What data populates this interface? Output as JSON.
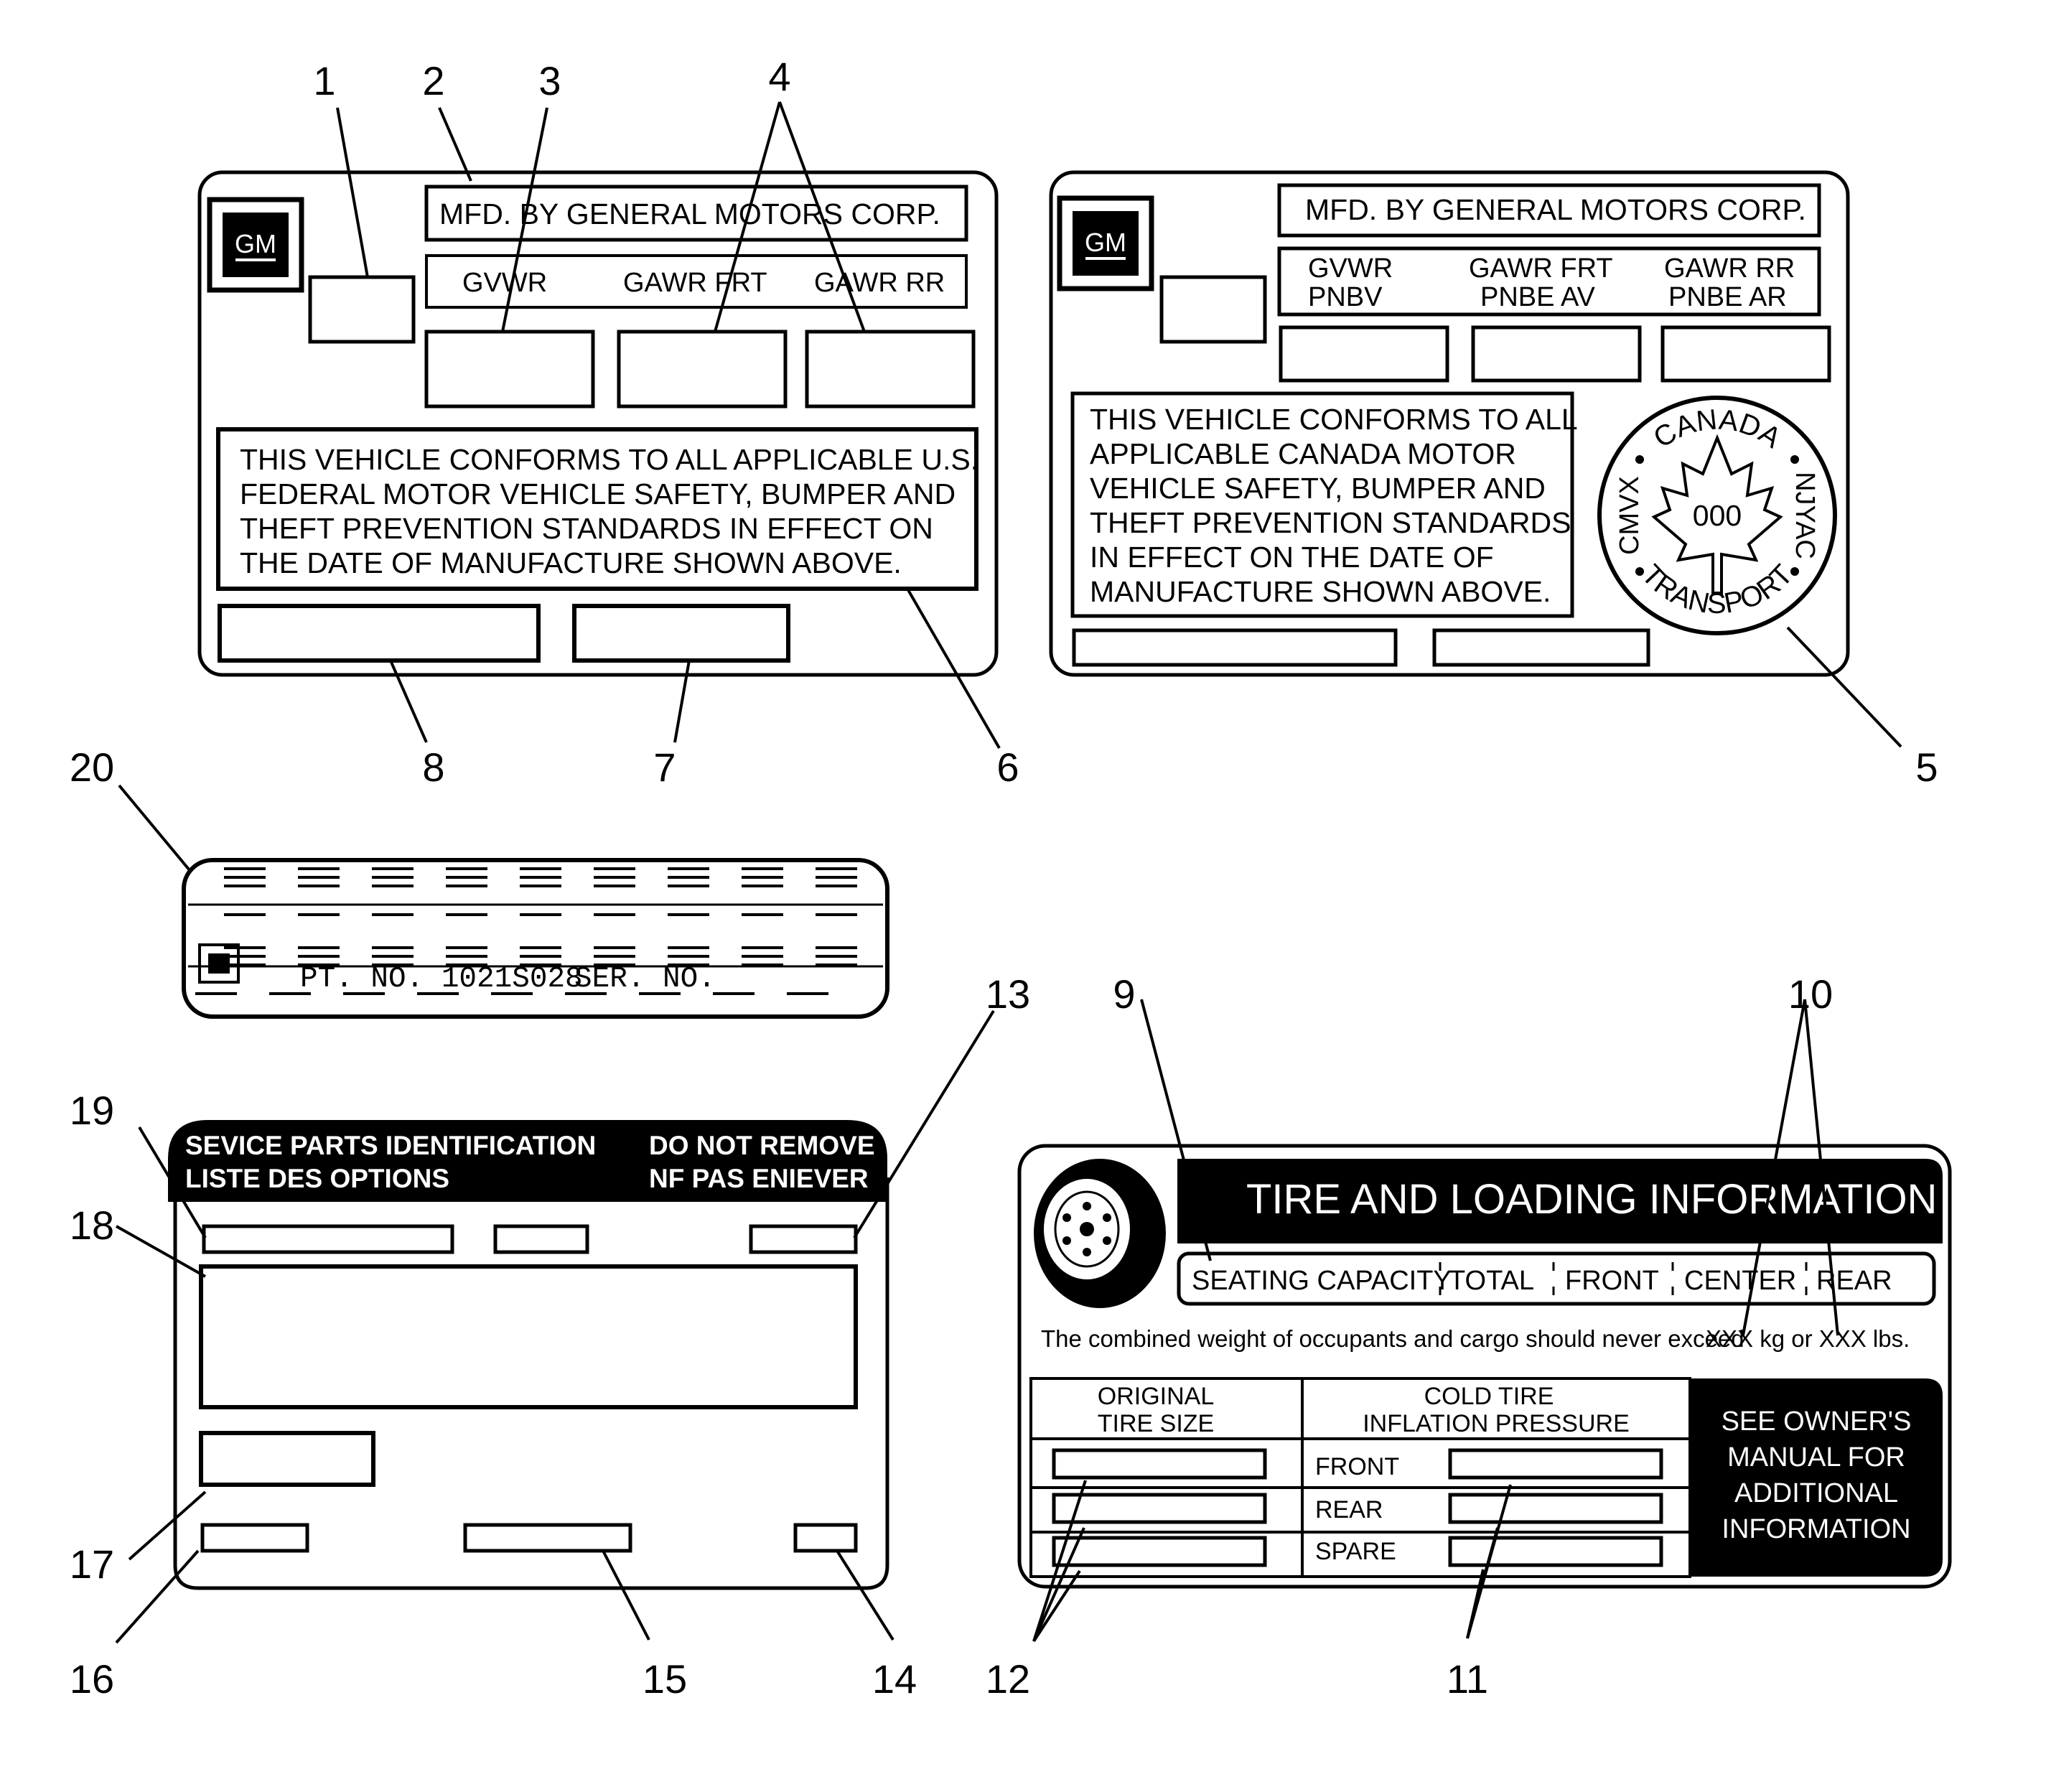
{
  "callouts": [
    "1",
    "2",
    "3",
    "4",
    "5",
    "6",
    "7",
    "8",
    "9",
    "10",
    "11",
    "12",
    "13",
    "14",
    "15",
    "16",
    "17",
    "18",
    "19",
    "20"
  ],
  "us_label": {
    "logo": "GM",
    "manufacturer": "MFD. BY GENERAL MOTORS CORP.",
    "headers": [
      "GVWR",
      "GAWR FRT",
      "GAWR RR"
    ],
    "statement_lines": [
      "THIS VEHICLE CONFORMS TO ALL APPLICABLE U.S.",
      "FEDERAL MOTOR VEHICLE SAFETY, BUMPER AND",
      "THEFT PREVENTION STANDARDS IN EFFECT ON",
      "THE DATE OF MANUFACTURE SHOWN ABOVE."
    ]
  },
  "canada_label": {
    "logo": "GM",
    "manufacturer": "MFD. BY GENERAL MOTORS CORP.",
    "headers": [
      {
        "line1": "GVWR",
        "line2": "PNBV"
      },
      {
        "line1": "GAWR FRT",
        "line2": "PNBE AV"
      },
      {
        "line1": "GAWR RR",
        "line2": "PNBE AR"
      }
    ],
    "statement_lines": [
      "THIS VEHICLE CONFORMS TO ALL",
      "APPLICABLE CANADA MOTOR",
      "VEHICLE SAFETY, BUMPER AND",
      "THEFT PREVENTION STANDARDS",
      "IN EFFECT ON THE DATE OF",
      "MANUFACTURE SHOWN ABOVE."
    ],
    "seal": {
      "top": "CANADA",
      "left": "CMVX",
      "right": "NJYAC",
      "bottom": "TRANSPORT",
      "center": "000"
    }
  },
  "vin_strip": {
    "part_no": "PT. NO. 1021S028",
    "ser_no": "SER. NO."
  },
  "spid_label": {
    "header_left": [
      "SEVICE PARTS IDENTIFICATION",
      "LISTE DES OPTIONS"
    ],
    "header_right": [
      "DO NOT REMOVE",
      "NF PAS ENIEVER"
    ]
  },
  "tire_label": {
    "title": "TIRE AND LOADING INFORMATION",
    "seating": [
      "SEATING CAPACITY",
      "TOTAL",
      "FRONT",
      "CENTER",
      "REAR"
    ],
    "weight_text": "The combined weight of occupants and cargo should never exceed",
    "weight_kg": "XXX kg or XXX lbs.",
    "size_header": [
      "ORIGINAL",
      "TIRE SIZE"
    ],
    "pressure_header": [
      "COLD TIRE",
      "INFLATION PRESSURE"
    ],
    "rows": [
      "FRONT",
      "REAR",
      "SPARE"
    ],
    "manual": [
      "SEE OWNER'S",
      "MANUAL FOR",
      "ADDITIONAL",
      "INFORMATION"
    ]
  }
}
